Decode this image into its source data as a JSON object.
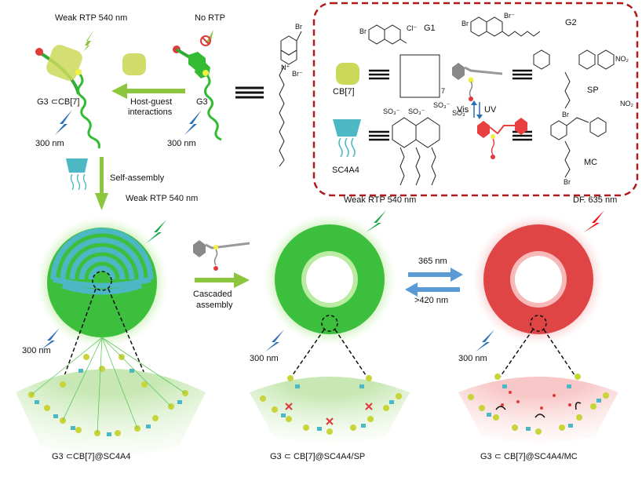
{
  "top_left": {
    "complex_emission": "Weak RTP 540 nm",
    "guest_emission": "No RTP",
    "complex_label": "G3 ⊂CB[7]",
    "guest_label": "G3",
    "excitation_left": "300 nm",
    "excitation_right": "300 nm",
    "arrow_label_line1": "Host-guest",
    "arrow_label_line2": "interactions"
  },
  "g3_structure": {
    "substituent_top": "Br",
    "counterion": "Br⁻",
    "nitrogen": "N⁺"
  },
  "legend_box": {
    "g1_label": "G1",
    "g1_counterion": "Cl⁻",
    "g2_label": "G2",
    "g2_counterion": "Br⁻",
    "cb7_label": "CB[7]",
    "cb7_repeat": "7",
    "sc4a4_label": "SC4A4",
    "sp_label": "SP",
    "mc_label": "MC",
    "vis_label": "Vis",
    "uv_label": "UV",
    "no2": "NO₂",
    "so3": "SO₃⁻",
    "br": "Br"
  },
  "self_assembly": {
    "arrow_label": "Self-assembly"
  },
  "stage1": {
    "emission": "Weak RTP 540 nm",
    "excitation": "300 nm",
    "caption": "G3 ⊂CB[7]@SC4A4"
  },
  "cascade": {
    "arrow_label_line1": "Cascaded",
    "arrow_label_line2": "assembly"
  },
  "stage2": {
    "emission": "Weak RTP 540 nm",
    "excitation": "300 nm",
    "caption": "G3 ⊂ CB[7]@SC4A4/SP"
  },
  "switch": {
    "forward_label": "365 nm",
    "backward_label": ">420 nm"
  },
  "stage3": {
    "emission": "DF. 635 nm",
    "excitation": "300 nm",
    "caption": "G3 ⊂ CB[7]@SC4A4/MC"
  },
  "colors": {
    "green": "#33bb33",
    "light_green": "#8cc63f",
    "red": "#e03a3a",
    "blue": "#2a6fb5",
    "teal": "#4bb8c4",
    "yellow": "#c8d43a",
    "dashed_box": "#b01a1a",
    "switch_arrow": "#5b9bd5"
  }
}
